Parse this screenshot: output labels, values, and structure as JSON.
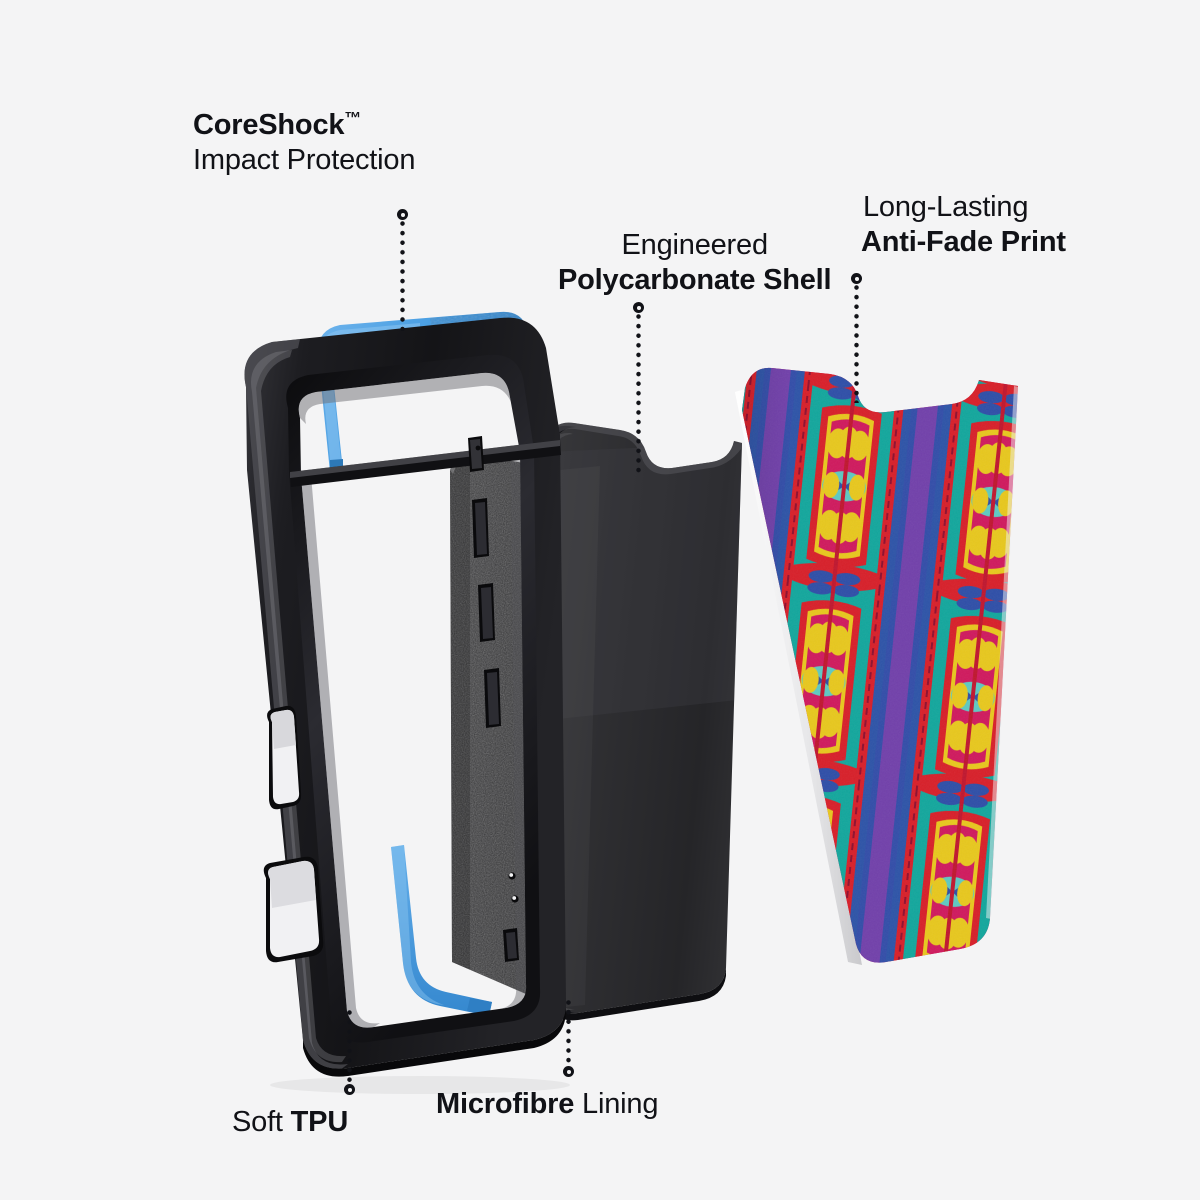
{
  "page": {
    "background_color": "#f4f4f5",
    "text_color": "#111217",
    "title": "Phone Case Exploded View Feature Diagram"
  },
  "callouts": [
    {
      "id": "coreshock",
      "name": "CoreShock Impact Protection",
      "line1_bold": "CoreShock",
      "line1_tm": "™",
      "line2_regular": "Impact Protection",
      "points_to": "blue-tpu-accent-strip"
    },
    {
      "id": "polycarbonate",
      "name": "Engineered Polycarbonate Shell",
      "line1_regular": "Engineered",
      "line2_bold": "Polycarbonate Shell",
      "points_to": "polycarbonate-shell-layer"
    },
    {
      "id": "antifade",
      "name": "Long-Lasting Anti-Fade Print",
      "line1_regular": "Long-Lasting",
      "line2_bold": "Anti-Fade Print",
      "points_to": "printed-pattern-layer"
    },
    {
      "id": "tpu",
      "name": "Soft TPU",
      "prefix_regular": "Soft ",
      "suffix_bold": "TPU",
      "points_to": "tpu-bumper-frame"
    },
    {
      "id": "microfibre",
      "name": "Microfibre Lining",
      "prefix_bold": "Microfibre",
      "suffix_regular": " Lining",
      "points_to": "microfibre-lining-layer"
    }
  ],
  "layers": [
    {
      "id": "tpu-bumper",
      "label": "Soft TPU bumper frame",
      "color": "#1b1b1d",
      "accent_color": "#4a9fe3"
    },
    {
      "id": "microfibre-lining",
      "label": "Microfibre lining",
      "color": "#2a2a2c"
    },
    {
      "id": "polycarbonate-shell",
      "label": "Polycarbonate shell",
      "color": "#303032"
    },
    {
      "id": "print-layer",
      "label": "Anti-fade printed pattern",
      "colors": [
        "#d01a5e",
        "#13a79d",
        "#e8c81e",
        "#3b3fa0",
        "#7b3ba8",
        "#e02a2a"
      ]
    }
  ],
  "print_pattern": {
    "name": "kaleidoscope-floral",
    "background": "#d01a5e",
    "palette": {
      "crimson": "#d01a5e",
      "teal": "#13a79d",
      "yellow": "#e8c81e",
      "blue": "#2f4fa8",
      "violet": "#7241ab",
      "red": "#d8202a",
      "light_teal": "#5fc9c2"
    },
    "motif_rows": 3,
    "symmetry": "vertical-mirror"
  }
}
